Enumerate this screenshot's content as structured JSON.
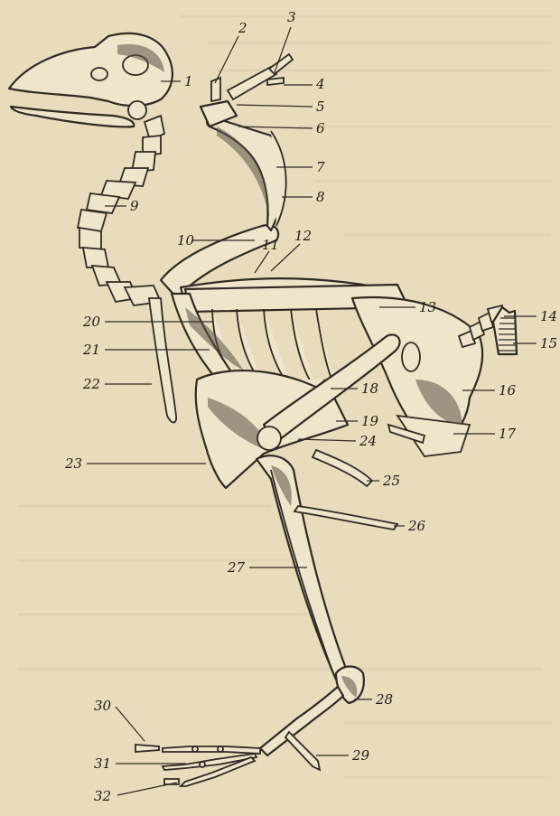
{
  "figure": {
    "type": "anatomical skeleton diagram",
    "labels": [
      "1",
      "2",
      "3",
      "4",
      "5",
      "6",
      "7",
      "8",
      "9",
      "10",
      "11",
      "12",
      "13",
      "14",
      "15",
      "16",
      "17",
      "18",
      "19",
      "20",
      "21",
      "22",
      "23",
      "24",
      "25",
      "26",
      "27",
      "28",
      "29",
      "30",
      "31",
      "32"
    ]
  }
}
